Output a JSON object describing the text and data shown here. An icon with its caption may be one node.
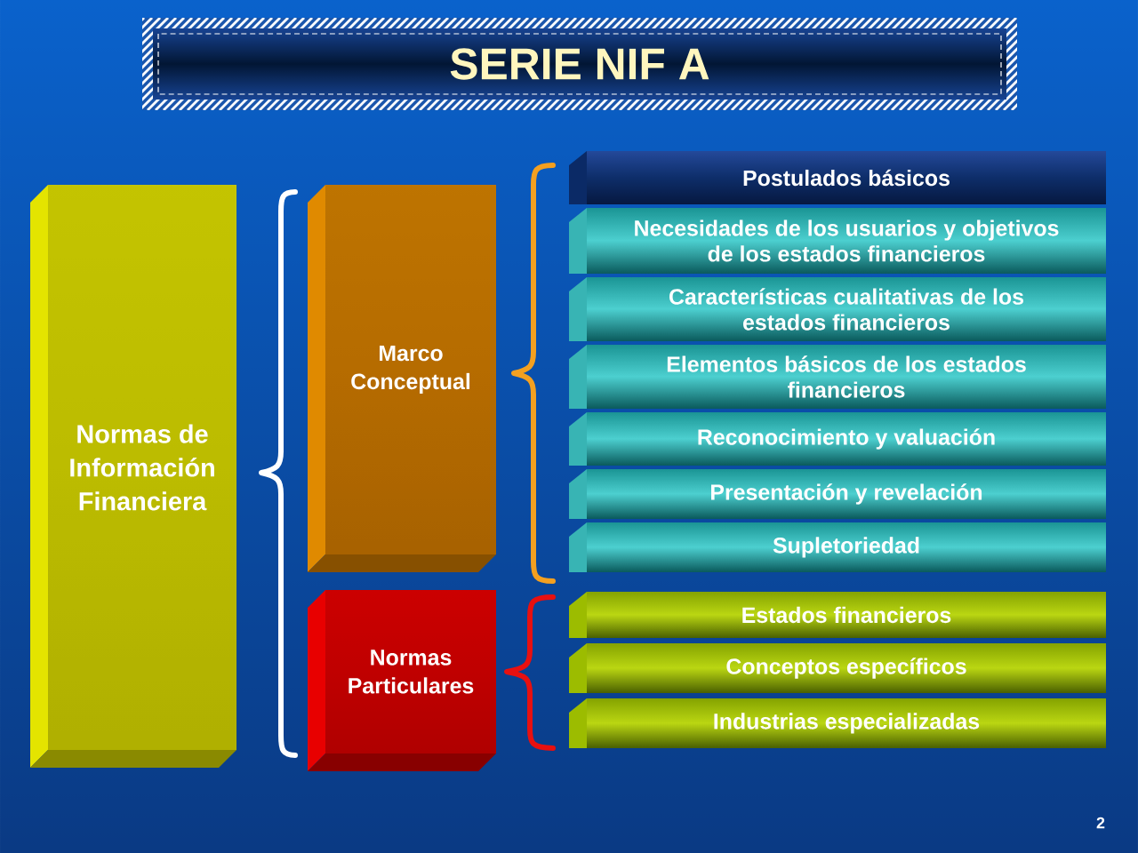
{
  "diagram": {
    "title": "SERIE NIF A",
    "nodes": [
      {
        "text": [
          "Normas de Información Financiera"
        ]
      },
      {
        "text": [
          "Marco Conceptual"
        ]
      },
      {
        "text": [
          "Normas Particulares"
        ]
      },
      {
        "text": [
          "Postulados básicos"
        ]
      },
      {
        "text": [
          "Necesidades de los usuarios y objetivos de los estados financieros"
        ]
      },
      {
        "text": [
          "Características cualitativas de los estados financieros"
        ]
      },
      {
        "text": [
          "Elementos básicos de los estados financieros"
        ]
      },
      {
        "text": [
          "Reconocimiento y valuación"
        ]
      },
      {
        "text": [
          "Presentación y revelación"
        ]
      },
      {
        "text": [
          "Supletoriedad"
        ]
      },
      {
        "text": [
          "Estados financieros"
        ]
      },
      {
        "text": [
          "Conceptos específicos"
        ]
      },
      {
        "text": [
          "Industrias especializadas"
        ]
      }
    ],
    "labels": [
      "2"
    ]
  }
}
